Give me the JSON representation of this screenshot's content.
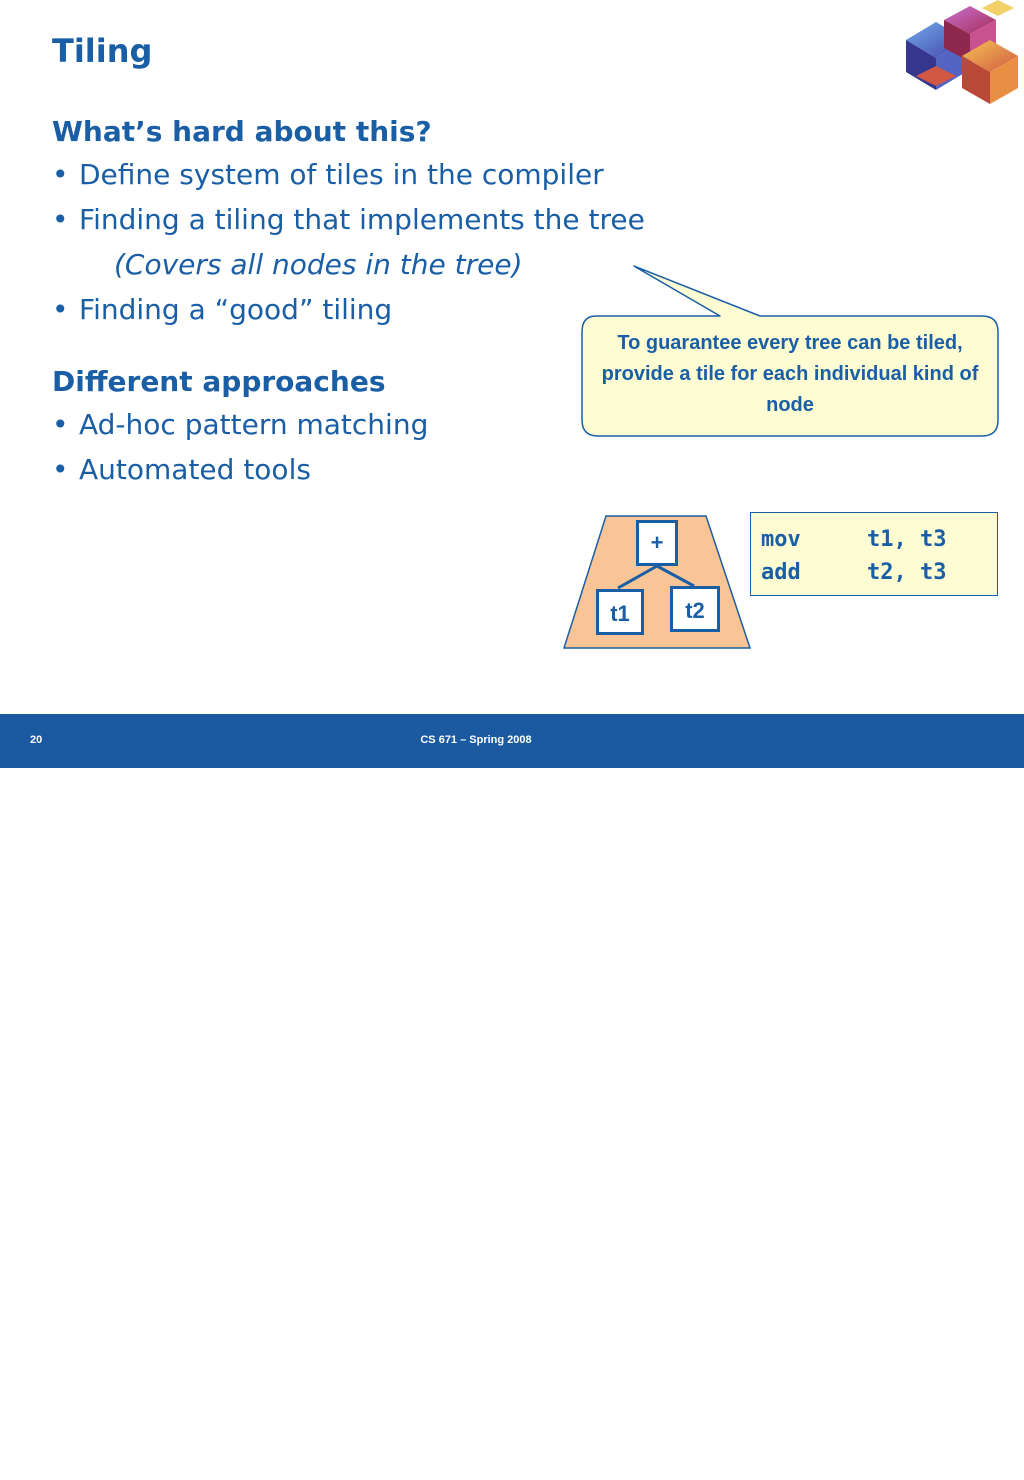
{
  "slide": {
    "title": "Tiling",
    "sections": [
      {
        "heading": "What’s hard about this?",
        "bullets": [
          "Define system of tiles in the compiler",
          "Finding a tiling that implements the tree",
          "Finding a “good” tiling"
        ],
        "sub_note": "(Covers all nodes in the tree)"
      },
      {
        "heading": "Different approaches",
        "bullets": [
          "Ad-hoc pattern matching",
          "Automated tools"
        ]
      }
    ],
    "bullet_glyph": "•"
  },
  "callout": {
    "text": "To guarantee every tree can be tiled, provide a tile for each individual kind of node"
  },
  "tree": {
    "root": "+",
    "left": "t1",
    "right": "t2"
  },
  "code": {
    "lines": [
      {
        "op": "mov",
        "args": "t1, t3"
      },
      {
        "op": "add",
        "args": "t2, t3"
      }
    ]
  },
  "footer": {
    "page_number": "20",
    "text": "CS 671 – Spring 2008"
  },
  "colors": {
    "accent": "#1a5fa6",
    "callout_fill": "#fefcd2",
    "tile_fill": "#f9c596",
    "footer_bg": "#1b5aa0"
  },
  "icons": {
    "top_right": "cube-logo-icon",
    "footer_right": "rotunda-logo-icon"
  }
}
